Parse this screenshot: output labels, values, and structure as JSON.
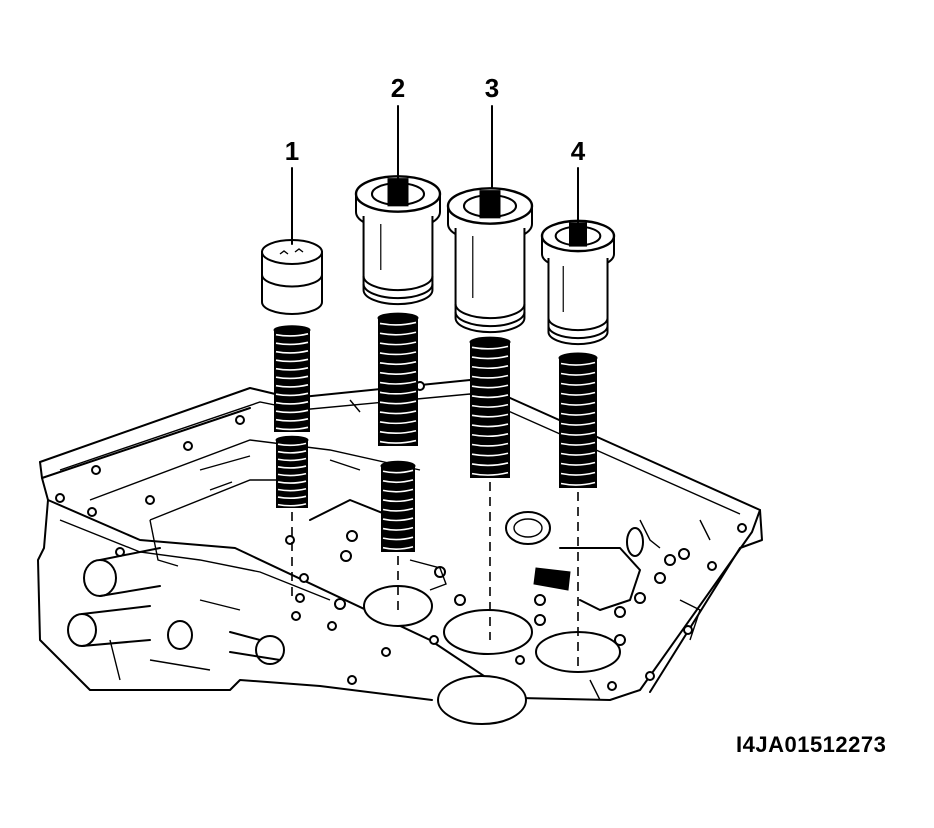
{
  "figure": {
    "figure_id": "I4JA01512273",
    "callouts": [
      {
        "id": "1",
        "label": "1"
      },
      {
        "id": "2",
        "label": "2"
      },
      {
        "id": "3",
        "label": "3"
      },
      {
        "id": "4",
        "label": "4"
      }
    ]
  },
  "colors": {
    "ink": "#000000",
    "paper": "#ffffff"
  }
}
